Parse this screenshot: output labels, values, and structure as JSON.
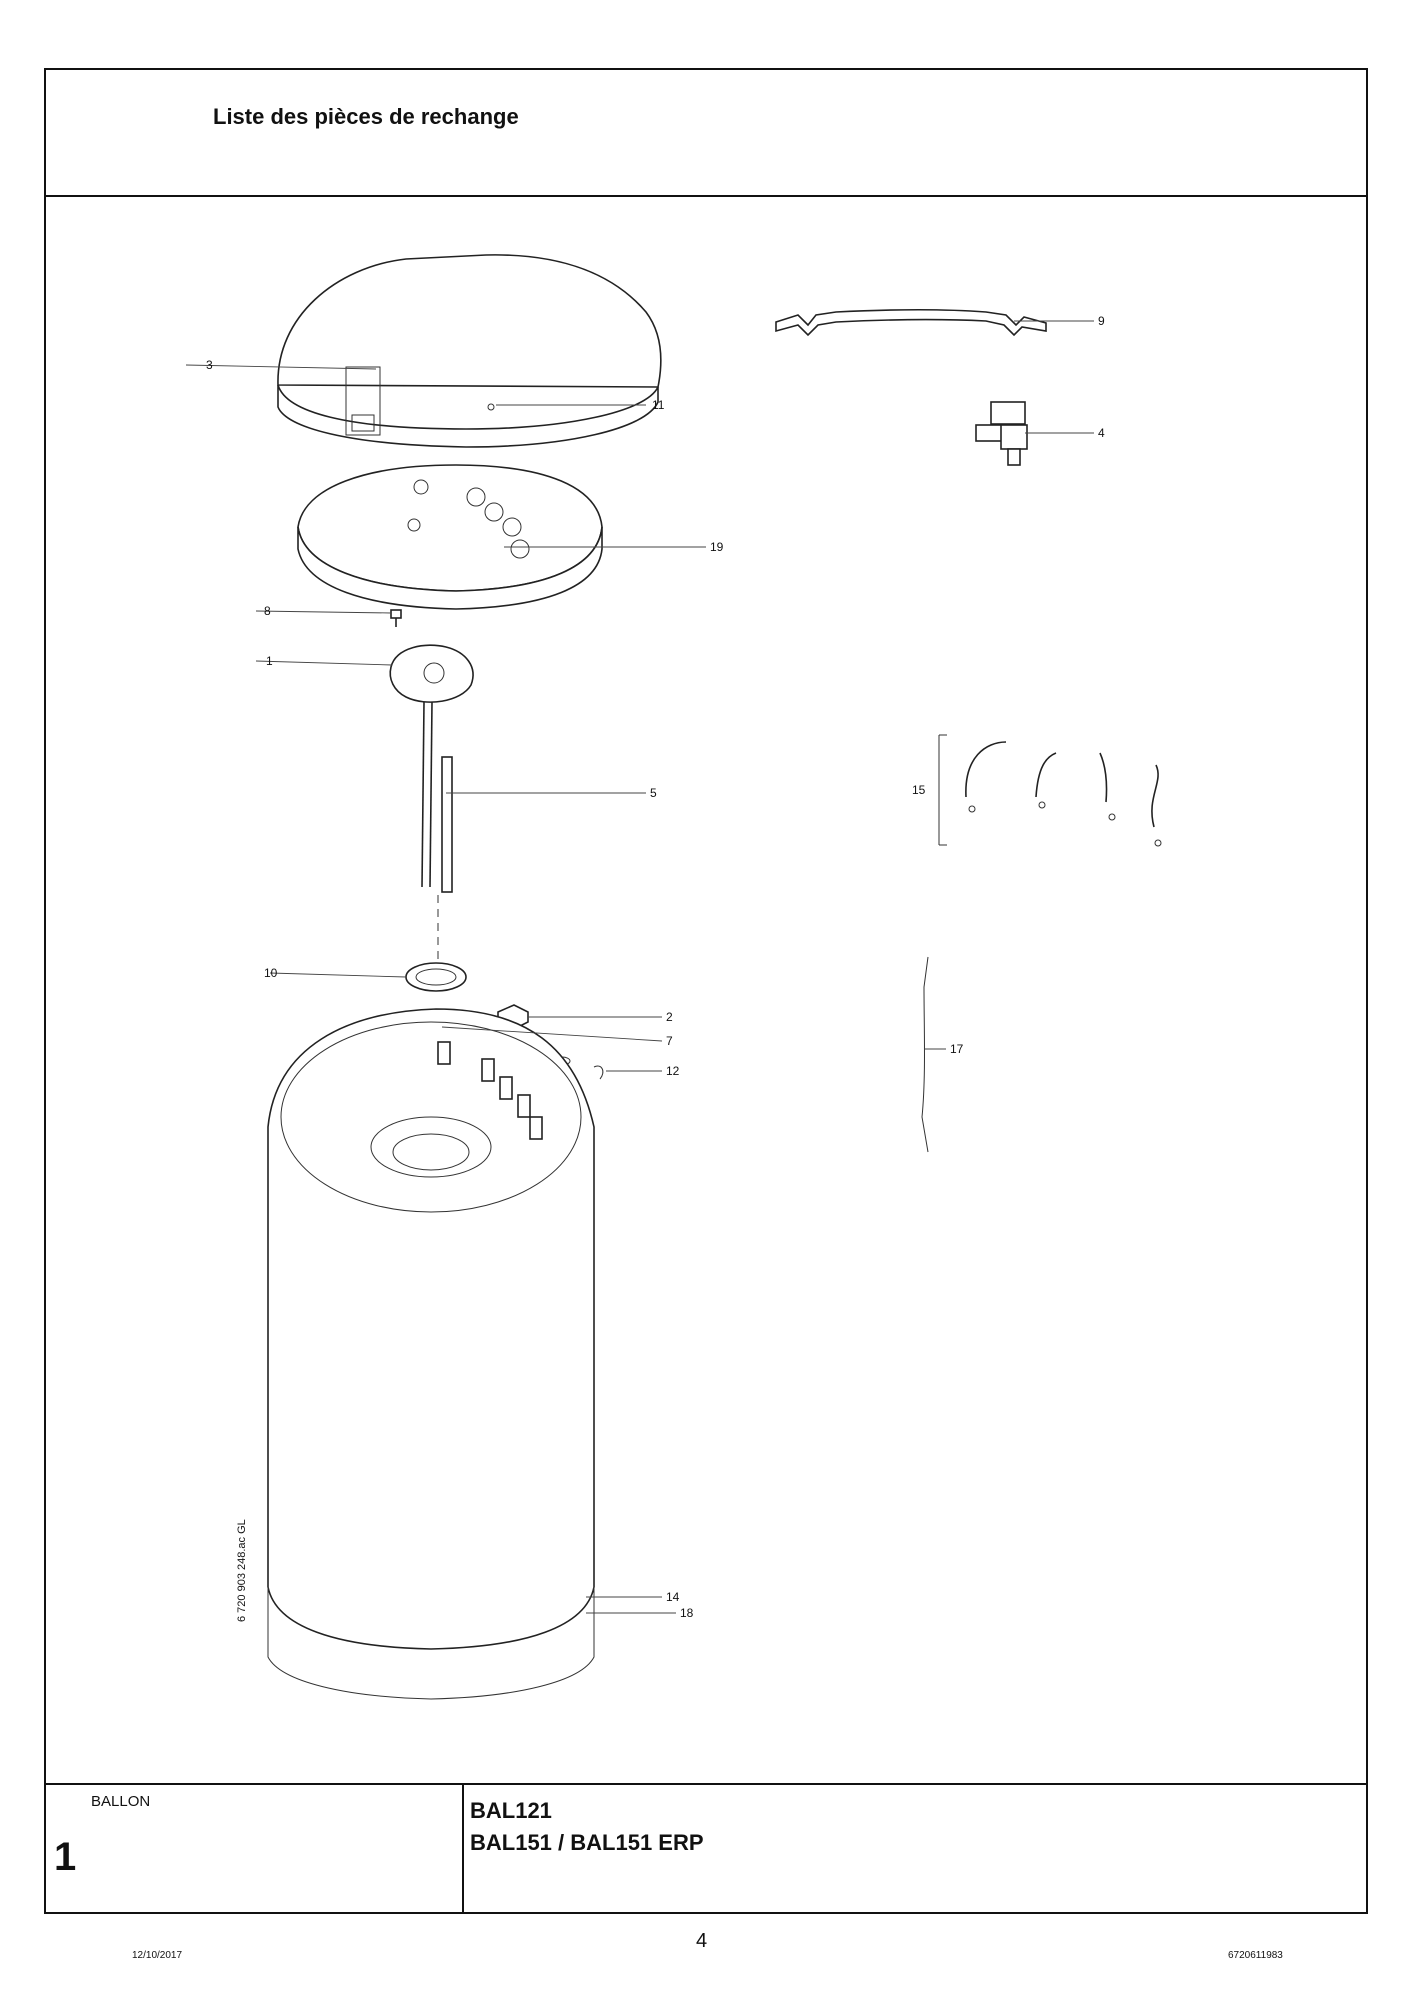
{
  "header": {
    "title": "Liste des pièces de rechange"
  },
  "footer": {
    "category": "BALLON",
    "section_number": "1",
    "model_line1": "BAL121",
    "model_line2": "BAL151 / BAL151 ERP"
  },
  "page_number": "4",
  "date": "12/10/2017",
  "document_id": "6720611983",
  "drawing_ref": "6 720 903 248.ac GL",
  "callouts": [
    "1",
    "2",
    "3",
    "4",
    "5",
    "7",
    "8",
    "9",
    "10",
    "11",
    "12",
    "14",
    "15",
    "17",
    "18",
    "19"
  ]
}
